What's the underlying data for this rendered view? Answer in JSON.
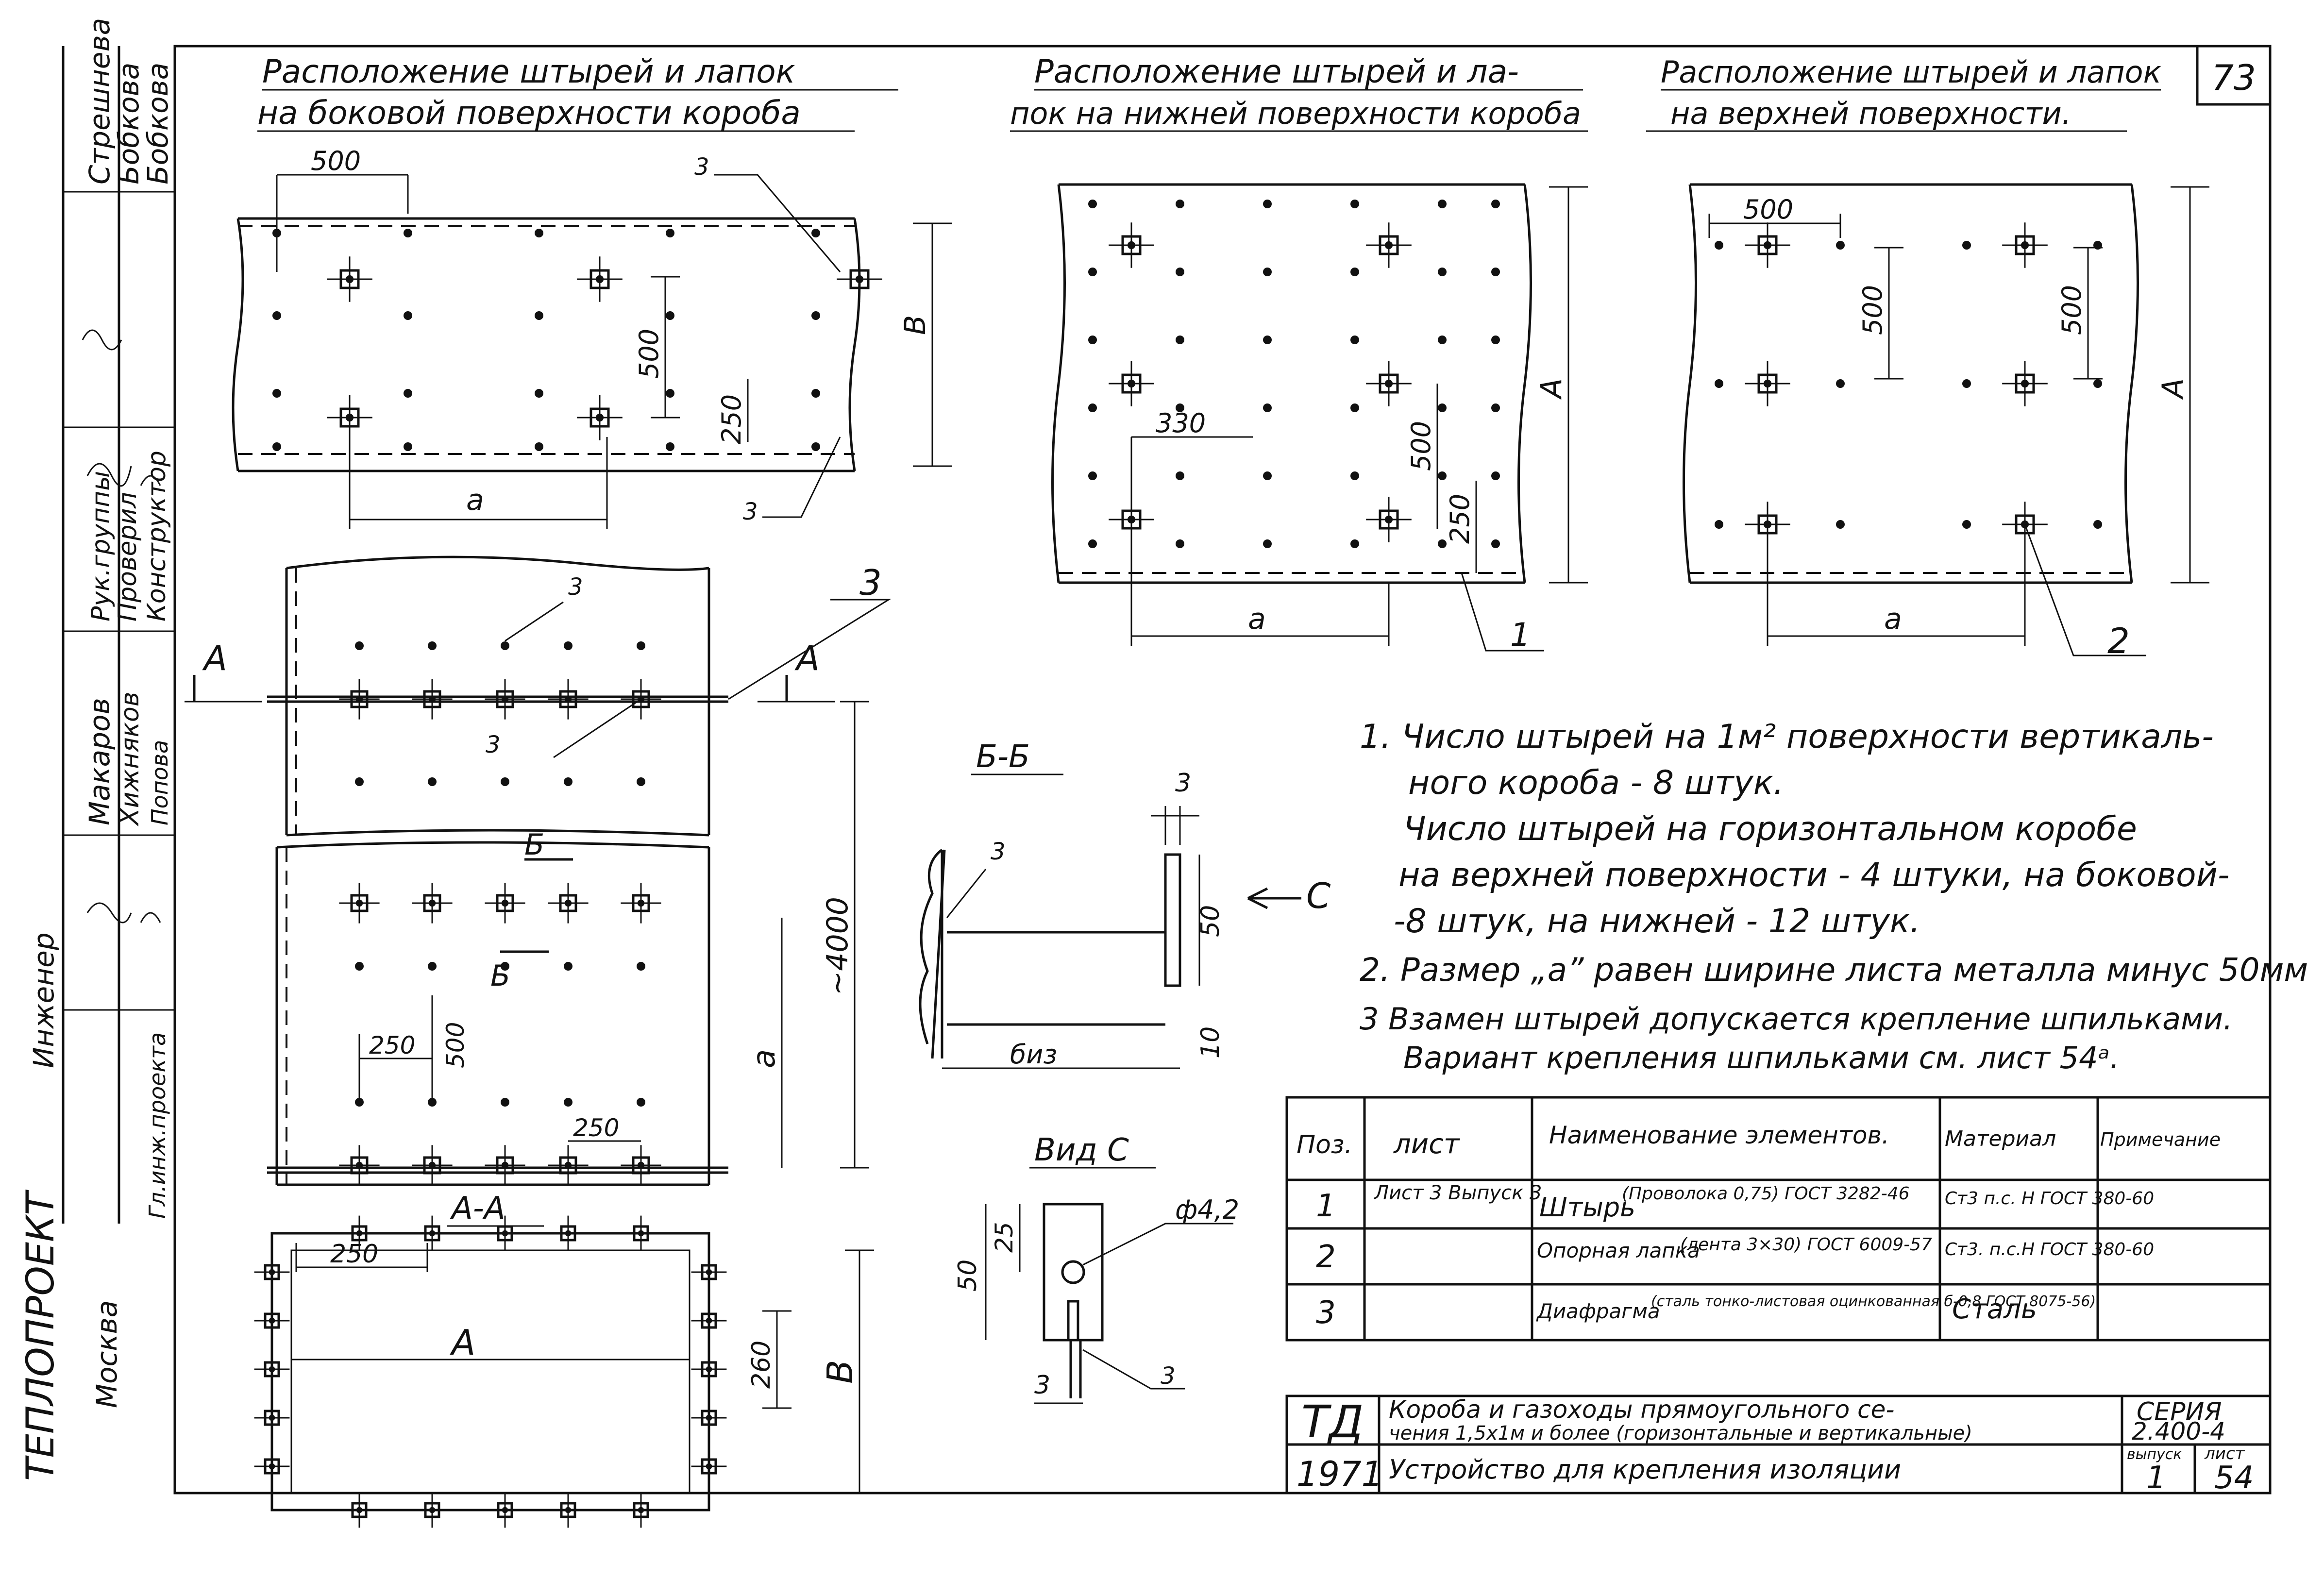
{
  "sheet_number": "73",
  "views": {
    "side_title_1": "Расположение штырей и лапок",
    "side_title_2": "на боковой поверхности короба",
    "bottom_title_1": "Расположение штырей и ла-",
    "bottom_title_2": "пок на нижней поверхности короба",
    "top_title_1": "Расположение штырей и лапок",
    "top_title_2": "на верхней поверхности."
  },
  "dimensions": {
    "d500": "500",
    "d250": "250",
    "d330": "330",
    "d260": "260",
    "d25": "25",
    "d50": "50",
    "d10": "10",
    "d3": "3",
    "d4000": "~4000",
    "phi": "ф4,2",
    "biz": "биз",
    "a": "а",
    "A": "А",
    "B": "В"
  },
  "labels": {
    "sec_AA": "А-А",
    "sec_BB": "Б-Б",
    "view_C": "Вид С",
    "mark_A": "А",
    "mark_B": "Б",
    "mark_C": "С",
    "pos1": "1",
    "pos2": "2",
    "pos3": "3",
    "weld3": "3"
  },
  "notes": [
    "1.  Число штырей на 1м² поверхности вертикаль-",
    "ного короба - 8 штук.",
    "Число штырей на горизонтальном коробе",
    "на верхней поверхности - 4 штуки, на боковой-",
    "-8 штук, на нижней - 12 штук.",
    "2.  Размер „а” равен ширине листа металла минус 50мм",
    "3   Взамен штырей допускается крепление шпильками.",
    "Вариант крепления шпильками см. лист 54ᵃ."
  ],
  "spec_table": {
    "headers": [
      "Поз.",
      "лист",
      "Наименование элементов.",
      "Материал",
      "Примечание"
    ],
    "rows": [
      {
        "pos": "1",
        "sheet": "Лист 3 Выпуск 3",
        "name": "Штырь",
        "detail": "(Проволока 0,75) ГОСТ 3282-46",
        "material": "Ст3 п.с. Н ГОСТ 380-60"
      },
      {
        "pos": "2",
        "sheet": "",
        "name": "Опорная лапка",
        "detail": "(лента 3×30) ГОСТ 6009-57",
        "material": "Ст3. п.с.Н ГОСТ 380-60"
      },
      {
        "pos": "3",
        "sheet": "",
        "name": "Диафрагма",
        "detail": "(сталь тонко-листовая оцинкованная б-0,8 ГОСТ 8075-56)",
        "material": "Сталь"
      }
    ]
  },
  "title_block": {
    "td": "ТД",
    "year": "1971",
    "title_1": "Короба и газоходы прямоугольного се-",
    "title_2": "чения 1,5х1м и более (горизонтальные и вертикальные)",
    "subtitle": "Устройство для крепления изоляции",
    "series_label": "СЕРИЯ",
    "series": "2.400-4",
    "issue_label": "выпуск",
    "issue": "1",
    "sheet_label": "лист",
    "sheet": "54"
  },
  "side_stamp": {
    "roles": [
      "Гл.инж.проекта",
      "Рук.группы",
      "Проверил",
      "Конструктор",
      "Инженер"
    ],
    "names": [
      "Стрешнева",
      "Бобкова",
      "Бобкова",
      "Макаров",
      "Хижняков",
      "Попова"
    ],
    "org": "ТЕПЛОПРОЕКТ",
    "city": "Москва"
  }
}
